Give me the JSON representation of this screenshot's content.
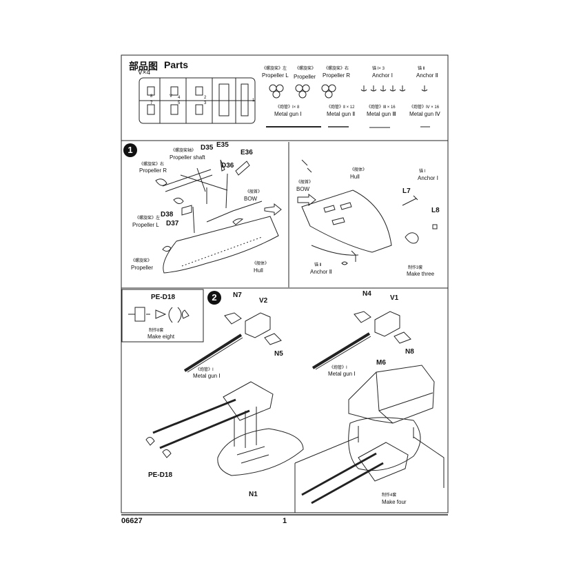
{
  "parts_header": {
    "title_zh": "部品图",
    "title_en": "Parts",
    "sprue_count": "V×4",
    "sprue_numbers": [
      "8",
      "4",
      "2",
      "7",
      "5",
      "3",
      "1"
    ],
    "sprue_letter": "V"
  },
  "parts_items": {
    "propeller_l_zh": "《螺旋桨》左",
    "propeller_l_en": "Propeller L",
    "propeller_zh": "《螺旋桨》",
    "propeller_en": "Propeller",
    "propeller_r_zh": "《螺旋桨》右",
    "propeller_r_en": "Propeller R",
    "anchor1_zh": "锚 Ⅰ× 3",
    "anchor1_en": "Anchor Ⅰ",
    "anchor2_zh": "锚 Ⅱ",
    "anchor2_en": "Anchor Ⅱ",
    "gun1_zh": "《炮管》Ⅰ× 8",
    "gun1_en": "Metal gun Ⅰ",
    "gun2_zh": "《炮管》Ⅱ × 12",
    "gun2_en": "Metal gun Ⅱ",
    "gun3_zh": "《炮管》Ⅲ × 16",
    "gun3_en": "Metal gun Ⅲ",
    "gun4_zh": "《炮管》Ⅳ × 16",
    "gun4_en": "Metal gun Ⅳ"
  },
  "step1": {
    "number": "1",
    "propeller_r_zh": "《螺旋桨》右",
    "propeller_r_en": "Propeller R",
    "propeller_shaft_zh": "《螺旋桨轴》",
    "propeller_shaft_en": "Propeller shaft",
    "propeller_l_zh": "《螺旋桨》左",
    "propeller_l_en": "Propeller L",
    "propeller_zh": "《螺旋桨》",
    "propeller_en": "Propeller",
    "bow_zh": "《舰首》",
    "bow_en": "BOW",
    "hull_zh": "《舰体》",
    "hull_en": "Hull",
    "bow2_zh": "《舰首》",
    "bow2_en": "BOW",
    "hull2_zh": "《舰体》",
    "hull2_en": "Hull",
    "anchor1_zh": "锚 Ⅰ",
    "anchor1_en": "Anchor Ⅰ",
    "anchor2_zh": "锚 Ⅱ",
    "anchor2_en": "Anchor Ⅱ",
    "make_zh": "制作3套",
    "make_en": "Make three",
    "parts": [
      "D35",
      "E35",
      "E36",
      "D36",
      "D38",
      "D37",
      "L7",
      "L8"
    ]
  },
  "step2": {
    "number": "2",
    "inset_part": "PE-D18",
    "inset_make_zh": "制作8套",
    "inset_make_en": "Make eight",
    "left_parts": [
      "N7",
      "V2",
      "N5"
    ],
    "right_parts": [
      "N4",
      "V1",
      "N8"
    ],
    "gun_zh": "《炮管》Ⅰ",
    "gun_en": "Metal gun Ⅰ",
    "gun2_zh": "《炮管》Ⅰ",
    "gun2_en": "Metal gun Ⅰ",
    "pe_label": "PE-D18",
    "n1": "N1",
    "m6": "M6",
    "make_zh": "制作4套",
    "make_en": "Make four"
  },
  "footer": {
    "code": "06627",
    "page": "1"
  }
}
